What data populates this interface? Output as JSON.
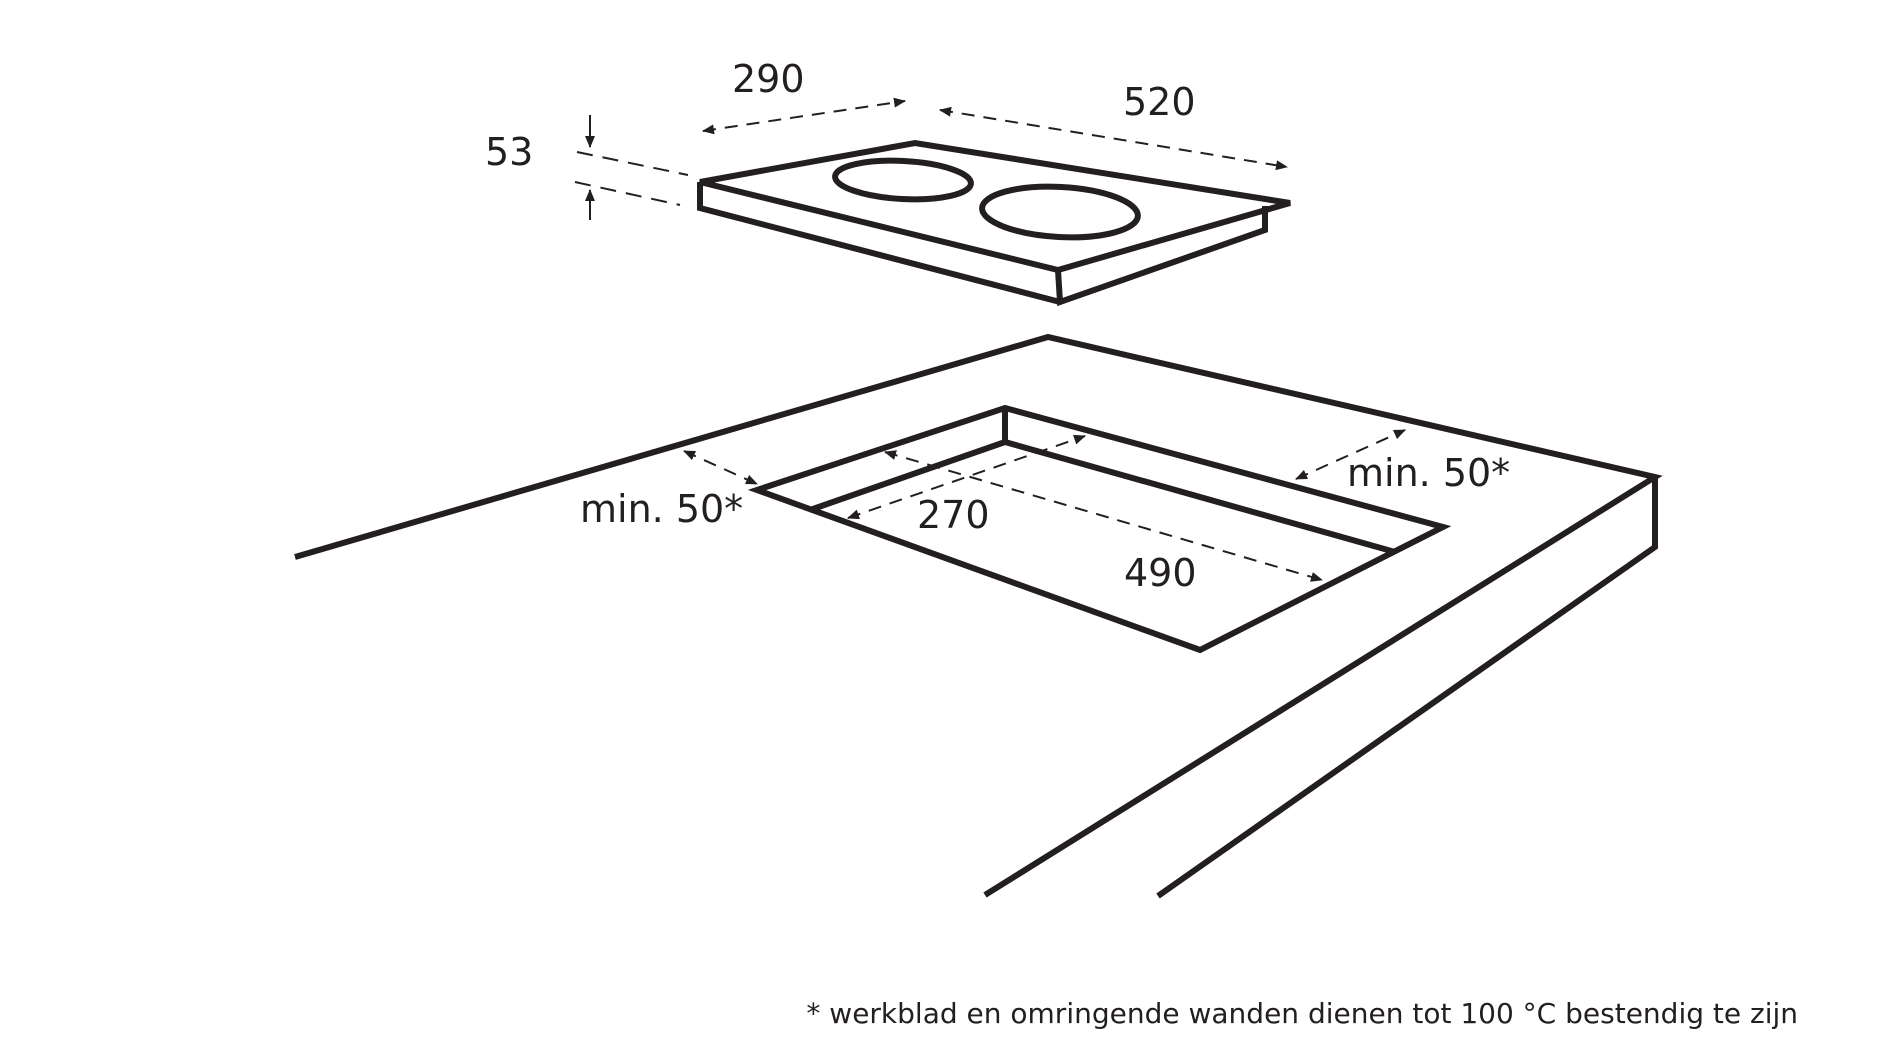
{
  "dimensions": {
    "hob_depth": "290",
    "hob_width": "520",
    "hob_height": "53",
    "cutout_depth": "270",
    "cutout_width": "490",
    "min_left": "min. 50*",
    "min_back": "min. 50*"
  },
  "footnote": "* werkblad en omringende wanden dienen tot 100 °C bestendig te zijn",
  "colors": {
    "line": "#231f20",
    "background": "#ffffff"
  }
}
